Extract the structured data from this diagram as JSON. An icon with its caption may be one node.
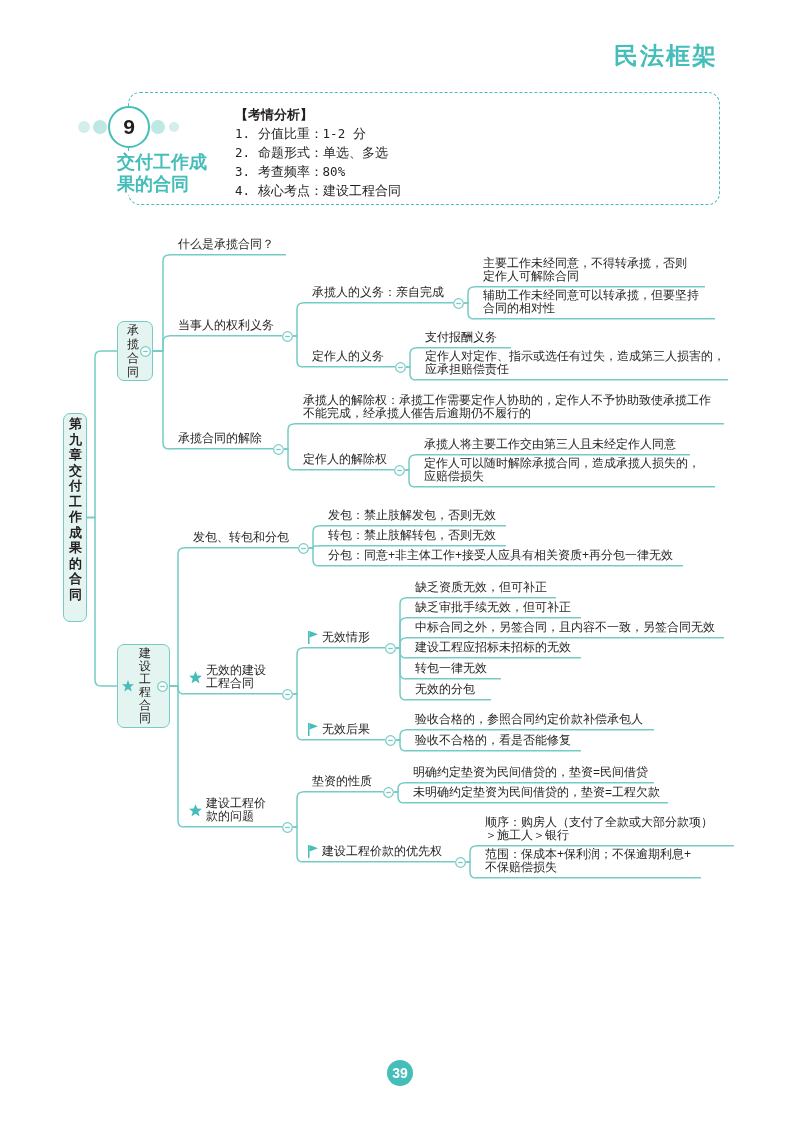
{
  "diagram": {
    "title": "交付工作成果的合同",
    "nodes": [
      {
        "text": [
          "9"
        ]
      },
      {
        "text": [
          "【考情分析】",
          "1. 分值比重：1-2 分",
          "2. 命题形式：单选、多选",
          "3. 考查频率：80%",
          "4. 核心考点：建设工程合同"
        ]
      },
      {
        "text": [
          "第九章交付工作成果的合同"
        ]
      },
      {
        "text": [
          "承揽合同"
        ]
      },
      {
        "text": [
          "什么是承揽合同？"
        ]
      },
      {
        "text": [
          "当事人的权利义务"
        ]
      },
      {
        "text": [
          "承揽人的义务：亲自完成"
        ]
      },
      {
        "text": [
          "主要工作未经同意，不得转承揽，否则定作人可解除合同"
        ]
      },
      {
        "text": [
          "辅助工作未经同意可以转承揽，但要坚持合同的相对性"
        ]
      },
      {
        "text": [
          "定作人的义务"
        ]
      },
      {
        "text": [
          "支付报酬义务"
        ]
      },
      {
        "text": [
          "定作人对定作、指示或选任有过失，造成第三人损害的，应承担赔偿责任"
        ]
      },
      {
        "text": [
          "承揽合同的解除"
        ]
      },
      {
        "text": [
          "承揽人的解除权：承揽工作需要定作人协助的，定作人不予协助致使承揽工作不能完成，经承揽人催告后逾期仍不履行的"
        ]
      },
      {
        "text": [
          "定作人的解除权"
        ]
      },
      {
        "text": [
          "承揽人将主要工作交由第三人且未经定作人同意"
        ]
      },
      {
        "text": [
          "定作人可以随时解除承揽合同，造成承揽人损失的，应赔偿损失"
        ]
      },
      {
        "text": [
          "建设工程合同"
        ]
      },
      {
        "text": [
          "发包、转包和分包"
        ]
      },
      {
        "text": [
          "发包：禁止肢解发包，否则无效"
        ]
      },
      {
        "text": [
          "转包：禁止肢解转包，否则无效"
        ]
      },
      {
        "text": [
          "分包：同意+非主体工作+接受人应具有相关资质+再分包一律无效"
        ]
      },
      {
        "text": [
          "无效的建设工程合同"
        ]
      },
      {
        "text": [
          "无效情形"
        ]
      },
      {
        "text": [
          "缺乏资质无效，但可补正"
        ]
      },
      {
        "text": [
          "缺乏审批手续无效，但可补正"
        ]
      },
      {
        "text": [
          "中标合同之外，另签合同，且内容不一致，另签合同无效"
        ]
      },
      {
        "text": [
          "建设工程应招标未招标的无效"
        ]
      },
      {
        "text": [
          "转包一律无效"
        ]
      },
      {
        "text": [
          "无效的分包"
        ]
      },
      {
        "text": [
          "无效后果"
        ]
      },
      {
        "text": [
          "验收合格的，参照合同约定价款补偿承包人"
        ]
      },
      {
        "text": [
          "验收不合格的，看是否能修复"
        ]
      },
      {
        "text": [
          "建设工程价款的问题"
        ]
      },
      {
        "text": [
          "垫资的性质"
        ]
      },
      {
        "text": [
          "明确约定垫资为民间借贷的，垫资=民间借贷"
        ]
      },
      {
        "text": [
          "未明确约定垫资为民间借贷的，垫资=工程欠款"
        ]
      },
      {
        "text": [
          "建设工程价款的优先权"
        ]
      },
      {
        "text": [
          "顺序：购房人（支付了全款或大部分款项）＞施工人＞银行"
        ]
      },
      {
        "text": [
          "范围：保成本+保利润；不保逾期利息+不保赔偿损失"
        ]
      },
      {
        "text": [
          "39"
        ]
      }
    ],
    "edges": [
      {
        "from": 2,
        "to": 3,
        "arrow": "none"
      },
      {
        "from": 2,
        "to": 17,
        "arrow": "none"
      },
      {
        "from": 3,
        "to": 4,
        "arrow": "none"
      },
      {
        "from": 3,
        "to": 5,
        "arrow": "none"
      },
      {
        "from": 3,
        "to": 12,
        "arrow": "none"
      },
      {
        "from": 5,
        "to": 6,
        "arrow": "none"
      },
      {
        "from": 5,
        "to": 9,
        "arrow": "none"
      },
      {
        "from": 6,
        "to": 7,
        "arrow": "none"
      },
      {
        "from": 6,
        "to": 8,
        "arrow": "none"
      },
      {
        "from": 9,
        "to": 10,
        "arrow": "none"
      },
      {
        "from": 9,
        "to": 11,
        "arrow": "none"
      },
      {
        "from": 12,
        "to": 13,
        "arrow": "none"
      },
      {
        "from": 12,
        "to": 14,
        "arrow": "none"
      },
      {
        "from": 14,
        "to": 15,
        "arrow": "none"
      },
      {
        "from": 14,
        "to": 16,
        "arrow": "none"
      },
      {
        "from": 17,
        "to": 18,
        "arrow": "none"
      },
      {
        "from": 17,
        "to": 22,
        "arrow": "none"
      },
      {
        "from": 17,
        "to": 33,
        "arrow": "none"
      },
      {
        "from": 18,
        "to": 19,
        "arrow": "none"
      },
      {
        "from": 18,
        "to": 20,
        "arrow": "none"
      },
      {
        "from": 18,
        "to": 21,
        "arrow": "none"
      },
      {
        "from": 22,
        "to": 23,
        "arrow": "none"
      },
      {
        "from": 22,
        "to": 30,
        "arrow": "none"
      },
      {
        "from": 23,
        "to": 24,
        "arrow": "none"
      },
      {
        "from": 23,
        "to": 25,
        "arrow": "none"
      },
      {
        "from": 23,
        "to": 26,
        "arrow": "none"
      },
      {
        "from": 23,
        "to": 27,
        "arrow": "none"
      },
      {
        "from": 23,
        "to": 28,
        "arrow": "none"
      },
      {
        "from": 23,
        "to": 29,
        "arrow": "none"
      },
      {
        "from": 30,
        "to": 31,
        "arrow": "none"
      },
      {
        "from": 30,
        "to": 32,
        "arrow": "none"
      },
      {
        "from": 33,
        "to": 34,
        "arrow": "none"
      },
      {
        "from": 33,
        "to": 37,
        "arrow": "none"
      },
      {
        "from": 34,
        "to": 35,
        "arrow": "none"
      },
      {
        "from": 34,
        "to": 36,
        "arrow": "none"
      },
      {
        "from": 37,
        "to": 38,
        "arrow": "none"
      },
      {
        "from": 37,
        "to": 39,
        "arrow": "none"
      }
    ],
    "labels": [
      "民法框架"
    ]
  }
}
